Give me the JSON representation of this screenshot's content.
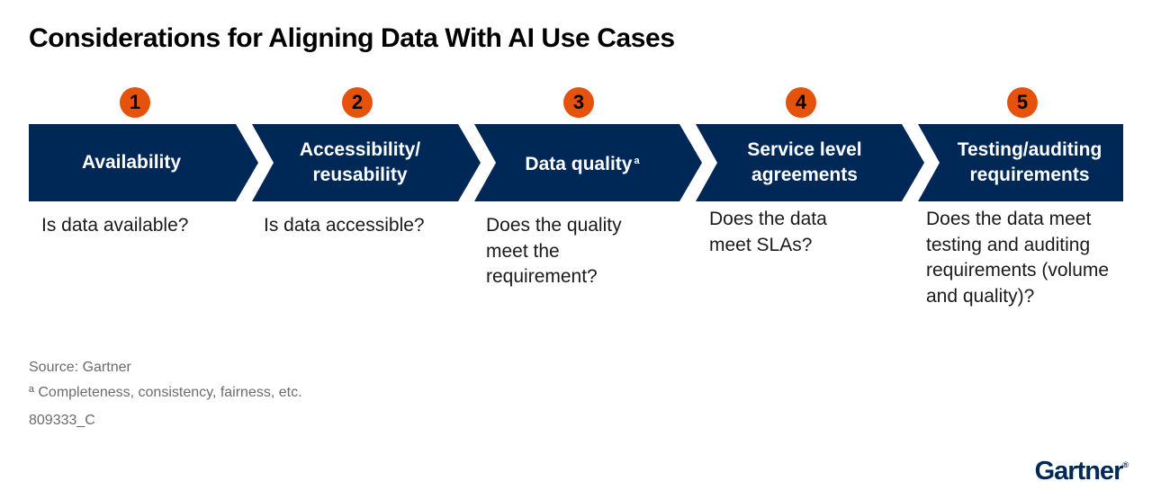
{
  "title": "Considerations for Aligning Data With AI Use Cases",
  "colors": {
    "band": "#002856",
    "badge": "#e5520b",
    "brand": "#002856"
  },
  "steps": [
    {
      "number": "1",
      "label_lines": [
        "Availability"
      ],
      "superscript": "",
      "question": "Is data available?"
    },
    {
      "number": "2",
      "label_lines": [
        "Accessibility/",
        "reusability"
      ],
      "superscript": "",
      "question": "Is data accessible?"
    },
    {
      "number": "3",
      "label_lines": [
        "Data quality"
      ],
      "superscript": "a",
      "question": "Does the quality meet the requirement?"
    },
    {
      "number": "4",
      "label_lines": [
        "Service level",
        "agreements"
      ],
      "superscript": "",
      "question": "Does the data meet SLAs?"
    },
    {
      "number": "5",
      "label_lines": [
        "Testing/auditing",
        "requirements"
      ],
      "superscript": "",
      "question": "Does the data meet testing and auditing requirements (volume and quality)?"
    }
  ],
  "footer": {
    "source": "Source: Gartner",
    "footnote": "ª Completeness, consistency, fairness, etc.",
    "doc_id": "809333_C"
  },
  "brand": {
    "name": "Gartner",
    "mark": "®"
  }
}
